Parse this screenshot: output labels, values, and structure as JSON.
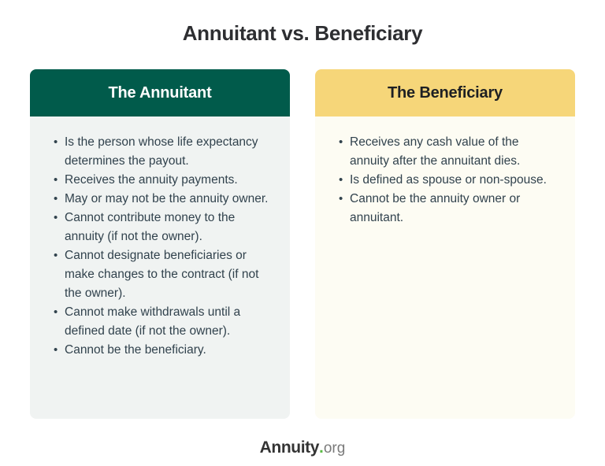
{
  "page": {
    "title": "Annuitant vs. Beneficiary"
  },
  "columns": [
    {
      "key": "annuitant",
      "header": "The Annuitant",
      "items": [
        "Is the person whose life expectancy determines the payout.",
        "Receives the annuity payments.",
        "May or may not be the annuity owner.",
        "Cannot contribute money to the annuity (if not the owner).",
        "Cannot designate beneficiaries or make changes to the contract (if not the owner).",
        "Cannot make withdrawals until a defined date (if not the owner).",
        "Cannot be the beneficiary."
      ]
    },
    {
      "key": "beneficiary",
      "header": "The Beneficiary",
      "items": [
        "Receives any cash value of the annuity after the annuitant dies.",
        "Is defined as spouse or non-spouse.",
        "Cannot be the annuity owner or annuitant."
      ]
    }
  ],
  "footer": {
    "brand": "Annuity",
    "dot": ".",
    "tld": "org"
  },
  "colors": {
    "title_color": "#2d2e31",
    "annuitant_header_bg": "#015b4b",
    "annuitant_header_text": "#ffffff",
    "annuitant_body_bg": "#f0f3f2",
    "beneficiary_header_bg": "#f6d679",
    "beneficiary_header_text": "#1e2023",
    "beneficiary_body_bg": "#fdfcf3",
    "body_text": "#31424d",
    "logo_brand_color": "#333333",
    "logo_dot_color": "#5bbb46",
    "logo_tld_color": "#7a7a7a"
  }
}
